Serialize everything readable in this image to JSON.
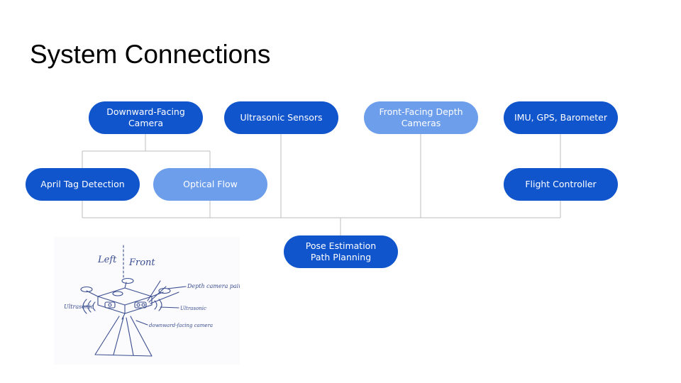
{
  "slide": {
    "title": "System Connections"
  },
  "colors": {
    "primary_node": "#1155cc",
    "secondary_node": "#6d9eeb",
    "connector": "#bdbdbd",
    "sketch_ink": "#3a4d8f"
  },
  "nodes": {
    "downward_camera": "Downward-Facing\nCamera",
    "ultrasonic_sensors": "Ultrasonic Sensors",
    "front_depth_cameras": "Front-Facing Depth\nCameras",
    "imu_gps_barometer": "IMU, GPS, Barometer",
    "april_tag_detection": "April Tag Detection",
    "optical_flow": "Optical Flow",
    "flight_controller": "Flight Controller",
    "pose_estimation": "Pose Estimation\nPath Planning"
  },
  "sketch": {
    "left_label": "Left",
    "front_label": "Front",
    "depth_camera_label": "Depth camera pair",
    "ultrasonic_left_label": "Ultrasonic",
    "ultrasonic_right_label": "Ultrasonic",
    "downward_camera_label": "downward-facing camera"
  }
}
